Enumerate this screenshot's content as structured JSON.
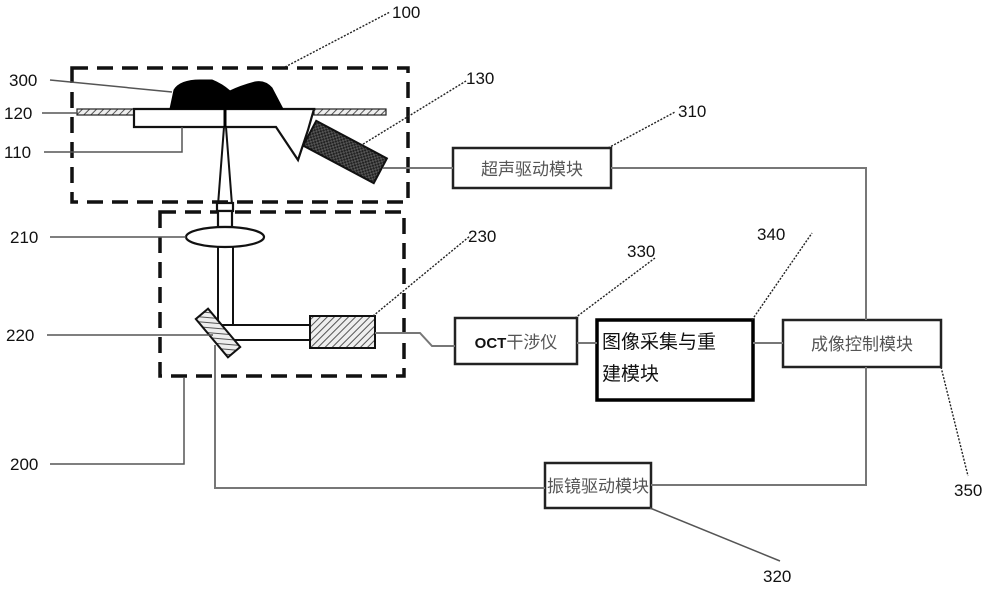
{
  "figure": {
    "type": "block-diagram",
    "description": "Ultrasound + OCT imaging system schematic"
  },
  "reference_labels": {
    "r100": "100",
    "r110": "110",
    "r120": "120",
    "r130": "130",
    "r200": "200",
    "r210": "210",
    "r220": "220",
    "r230": "230",
    "r300": "300",
    "r310": "310",
    "r320": "320",
    "r330": "330",
    "r340": "340",
    "r350": "350"
  },
  "modules": {
    "ultrasound_driver": "超声驱动模块",
    "galvo_driver": "振镜驱动模块",
    "oct_prefix": "OCT",
    "oct_interferometer": "干涉仪",
    "image_acq_line1": "图像采集与重",
    "image_acq_line2": "建模块",
    "imaging_control": "成像控制模块"
  },
  "components": [
    {
      "ref": "100",
      "name": "probe-assembly (dashed enclosure)"
    },
    {
      "ref": "110",
      "name": "coupling base"
    },
    {
      "ref": "120",
      "name": "sample plate"
    },
    {
      "ref": "130",
      "name": "ultrasound transducer"
    },
    {
      "ref": "200",
      "name": "optical scanning assembly (dashed enclosure)"
    },
    {
      "ref": "210",
      "name": "lens"
    },
    {
      "ref": "220",
      "name": "galvo mirror"
    },
    {
      "ref": "230",
      "name": "collimator"
    },
    {
      "ref": "300",
      "name": "sample"
    },
    {
      "ref": "310",
      "name": "超声驱动模块"
    },
    {
      "ref": "320",
      "name": "振镜驱动模块"
    },
    {
      "ref": "330",
      "name": "OCT干涉仪"
    },
    {
      "ref": "340",
      "name": "图像采集与重建模块"
    },
    {
      "ref": "350",
      "name": "成像控制模块"
    }
  ]
}
